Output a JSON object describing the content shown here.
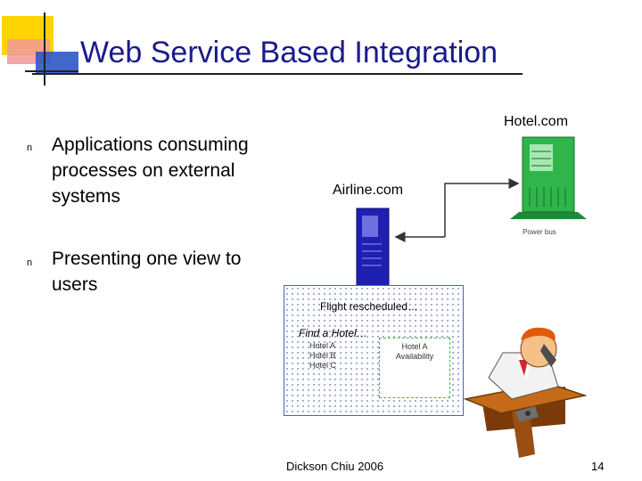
{
  "slide": {
    "title": "Web Service Based Integration",
    "bullets": [
      {
        "marker": "n",
        "text": "Applications consuming processes on external systems"
      },
      {
        "marker": "n",
        "text": "Presenting one view to users"
      }
    ],
    "diagram": {
      "hotel_server_label": "Hotel.com",
      "hotel_server_caption": "Power bus",
      "airline_server_label": "Airline.com",
      "screen": {
        "message": "Flight rescheduled…",
        "find_hotel": "Find a Hotel…",
        "hotel_list": [
          "Hotel A",
          "Hotel B",
          "Hotel C"
        ],
        "availability_box": [
          "Hotel A",
          "Availability"
        ]
      }
    },
    "footer": {
      "author": "Dickson Chiu 2006",
      "page": "14"
    }
  },
  "colors": {
    "title": "#1a1a8c",
    "hotel_server": "#2fb54a",
    "airline_server": "#1f1fb0",
    "desk": "#c56a19",
    "screen_border": "#4a63b0",
    "availability_border": "#3fbf3f"
  }
}
